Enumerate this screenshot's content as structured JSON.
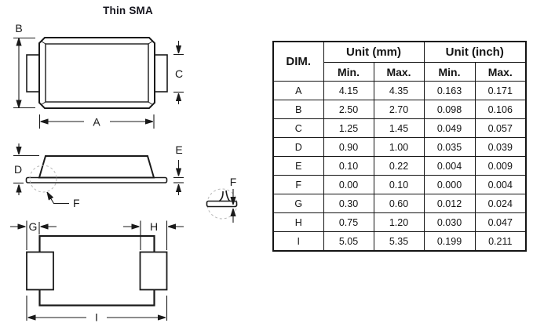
{
  "title": "Thin SMA",
  "colors": {
    "line": "#1a1a1a",
    "background": "#ffffff"
  },
  "drawing": {
    "labels": {
      "a": "A",
      "b": "B",
      "c": "C",
      "d": "D",
      "e": "E",
      "f": "F",
      "g": "G",
      "h": "H",
      "i": "I"
    }
  },
  "table": {
    "dim_header": "DIM.",
    "unit_mm_header": "Unit (mm)",
    "unit_inch_header": "Unit (inch)",
    "min_label": "Min.",
    "max_label": "Max.",
    "rows": [
      [
        "A",
        "4.15",
        "4.35",
        "0.163",
        "0.171"
      ],
      [
        "B",
        "2.50",
        "2.70",
        "0.098",
        "0.106"
      ],
      [
        "C",
        "1.25",
        "1.45",
        "0.049",
        "0.057"
      ],
      [
        "D",
        "0.90",
        "1.00",
        "0.035",
        "0.039"
      ],
      [
        "E",
        "0.10",
        "0.22",
        "0.004",
        "0.009"
      ],
      [
        "F",
        "0.00",
        "0.10",
        "0.000",
        "0.004"
      ],
      [
        "G",
        "0.30",
        "0.60",
        "0.012",
        "0.024"
      ],
      [
        "H",
        "0.75",
        "1.20",
        "0.030",
        "0.047"
      ],
      [
        "I",
        "5.05",
        "5.35",
        "0.199",
        "0.211"
      ]
    ]
  }
}
